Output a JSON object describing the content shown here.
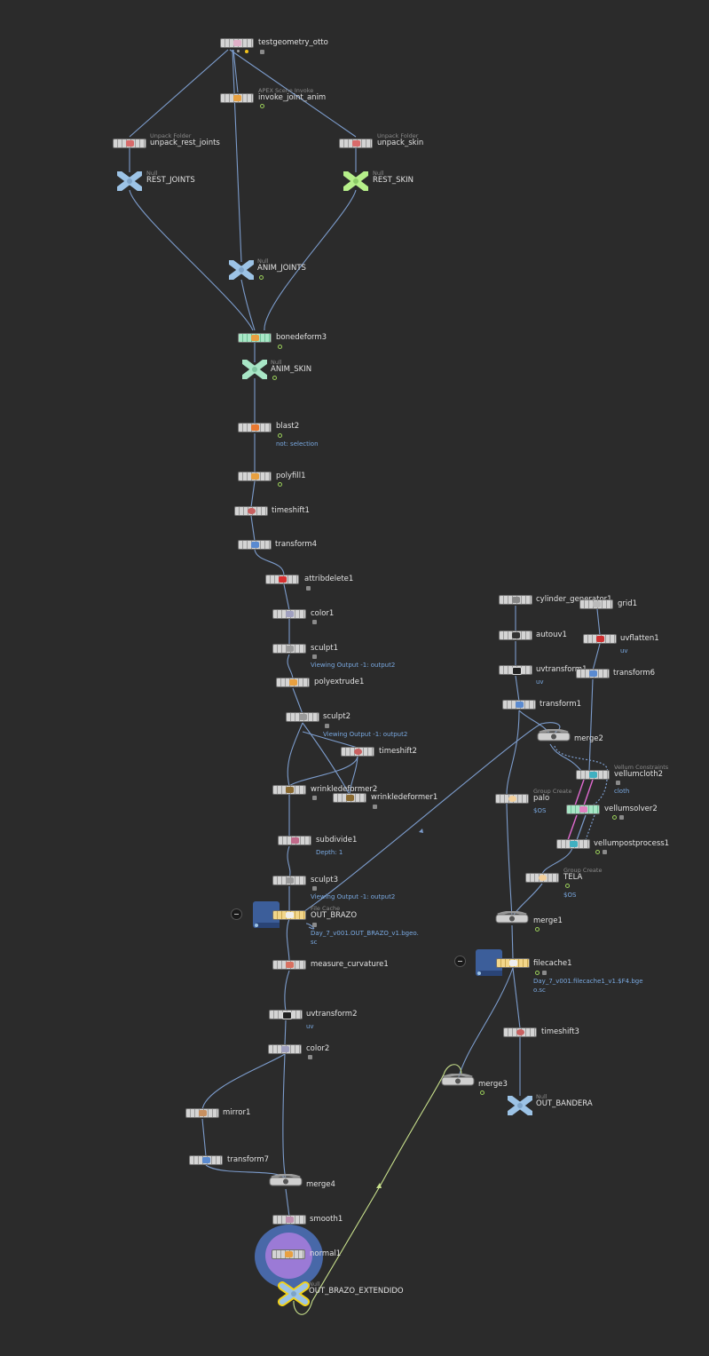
{
  "graph": {
    "nodes": {
      "testgeometry_otto": {
        "label": "testgeometry_otto"
      },
      "invoke_joint_anim": {
        "label": "invoke_joint_anim",
        "sub": "APEX Scene Invoke"
      },
      "unpack_rest_joints": {
        "label": "unpack_rest_joints",
        "sub": "Unpack Folder"
      },
      "unpack_skin": {
        "label": "unpack_skin",
        "sub": "Unpack Folder"
      },
      "rest_joints": {
        "label": "REST_JOINTS",
        "sub": "Null"
      },
      "rest_skin": {
        "label": "REST_SKIN",
        "sub": "Null"
      },
      "anim_joints": {
        "label": "ANIM_JOINTS",
        "sub": "Null"
      },
      "bonedeform3": {
        "label": "bonedeform3"
      },
      "anim_skin": {
        "label": "ANIM_SKIN",
        "sub": "Null"
      },
      "blast2": {
        "label": "blast2",
        "info": "not: selection"
      },
      "polyfill1": {
        "label": "polyfill1"
      },
      "timeshift1": {
        "label": "timeshift1"
      },
      "transform4": {
        "label": "transform4"
      },
      "attribdelete1": {
        "label": "attribdelete1"
      },
      "color1": {
        "label": "color1"
      },
      "sculpt1": {
        "label": "sculpt1",
        "info": "Viewing Output -1: output2"
      },
      "polyextrude1": {
        "label": "polyextrude1"
      },
      "sculpt2": {
        "label": "sculpt2",
        "info": "Viewing Output -1: output2"
      },
      "timeshift2": {
        "label": "timeshift2"
      },
      "wrinkledeformer2": {
        "label": "wrinkledeformer2"
      },
      "wrinkledeformer1": {
        "label": "wrinkledeformer1"
      },
      "subdivide1": {
        "label": "subdivide1",
        "info": "Depth: 1"
      },
      "sculpt3": {
        "label": "sculpt3",
        "info": "Viewing Output -1: output2"
      },
      "out_brazo": {
        "label": "OUT_BRAZO",
        "sub": "File Cache",
        "info1": "Day_7_v001.OUT_BRAZO_v1.bgeo.",
        "info2": "sc"
      },
      "measure_curvature1": {
        "label": "measure_curvature1"
      },
      "uvtransform2": {
        "label": "uvtransform2",
        "info": "uv"
      },
      "color2": {
        "label": "color2"
      },
      "mirror1": {
        "label": "mirror1"
      },
      "transform7": {
        "label": "transform7"
      },
      "merge4": {
        "label": "merge4"
      },
      "smooth1": {
        "label": "smooth1"
      },
      "normal1": {
        "label": "normal1"
      },
      "out_brazo_extendido": {
        "label": "OUT_BRAZO_EXTENDIDO",
        "sub": "Null"
      },
      "cylinder_generator1": {
        "label": "cylinder_generator1"
      },
      "grid1": {
        "label": "grid1"
      },
      "autouv1": {
        "label": "autouv1"
      },
      "uvflatten1": {
        "label": "uvflatten1",
        "info": "uv"
      },
      "uvtransform1": {
        "label": "uvtransform1",
        "info": "uv"
      },
      "transform6": {
        "label": "transform6"
      },
      "transform1": {
        "label": "transform1"
      },
      "merge2": {
        "label": "merge2"
      },
      "vellumcloth2": {
        "label": "vellumcloth2",
        "sub": "Vellum Constraints",
        "info": "cloth"
      },
      "palo": {
        "label": "palo",
        "sub": "Group Create",
        "info": "$OS"
      },
      "vellumsolver2": {
        "label": "vellumsolver2"
      },
      "vellumpostprocess1": {
        "label": "vellumpostprocess1"
      },
      "tela": {
        "label": "TELA",
        "sub": "Group Create",
        "info": "$OS"
      },
      "merge1": {
        "label": "merge1"
      },
      "filecache1": {
        "label": "filecache1",
        "info1": "Day_7_v001.filecache1_v1.$F4.bge",
        "info2": "o.sc"
      },
      "timeshift3": {
        "label": "timeshift3"
      },
      "merge3": {
        "label": "merge3"
      },
      "out_bandera": {
        "label": "OUT_BANDERA",
        "sub": "Null"
      }
    },
    "colors": {
      "background": "#2b2b2b",
      "wire": "#7c9ccc",
      "highlight_wire": "#c8e08c",
      "label": "#e2e2e2",
      "info": "#79a8e0",
      "display_flag": "#4868a8",
      "template_flag": "#9b7ad6",
      "null_blue": "#9cc3e6",
      "null_green": "#b6ef8a",
      "null_selected": "#f2d21a",
      "constraint_pink": "#e06ad0"
    }
  }
}
